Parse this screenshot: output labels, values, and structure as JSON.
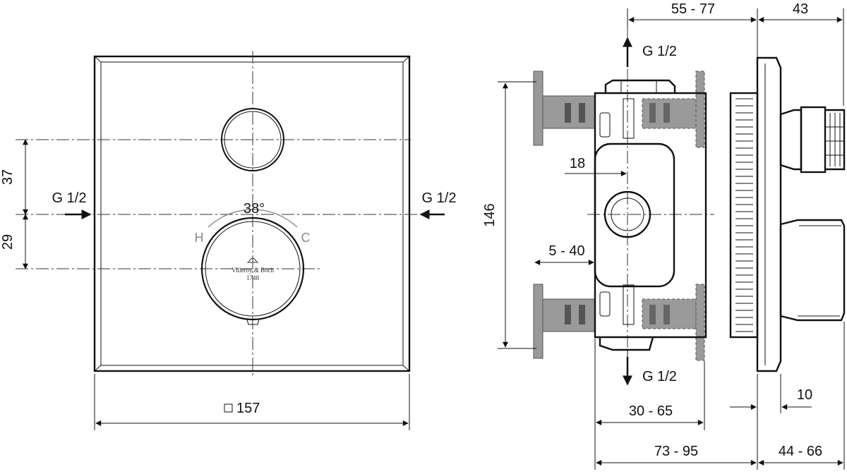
{
  "front_view": {
    "g_left": "G 1/2",
    "g_right": "G 1/2",
    "angle": "38°",
    "hot": "H",
    "cold": "C",
    "dim_37": "37",
    "dim_29": "29",
    "dim_width": "157",
    "brand": "Villeroy & Boch",
    "brand_year": "1748"
  },
  "side_view": {
    "g_top": "G 1/2",
    "g_bottom": "G 1/2",
    "dim_55_77": "55 - 77",
    "dim_43": "43",
    "dim_18": "18",
    "dim_146": "146",
    "dim_5_40": "5 - 40",
    "dim_10": "10",
    "dim_30_65": "30 - 65",
    "dim_73_95": "73 - 95",
    "dim_44_66": "44 - 66"
  }
}
